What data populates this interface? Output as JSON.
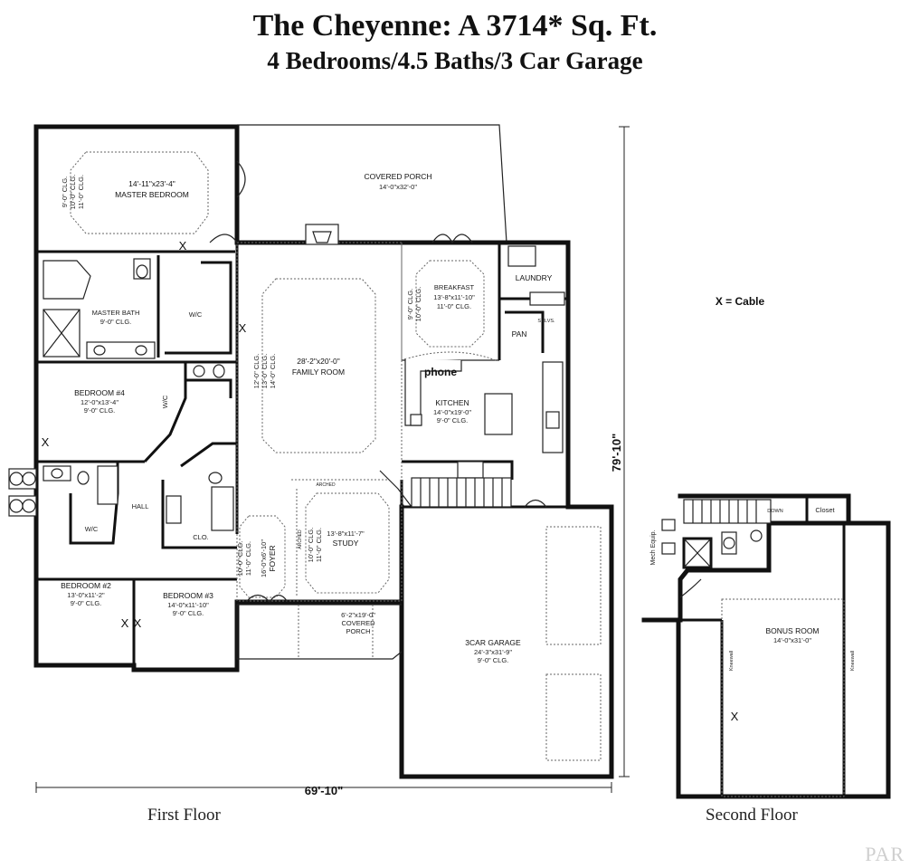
{
  "header": {
    "title": "The Cheyenne: A 3714* Sq. Ft.",
    "subtitle": "4 Bedrooms/4.5 Baths/3 Car Garage"
  },
  "legend": {
    "cable": "X = Cable"
  },
  "first_floor": {
    "label": "First Floor",
    "width_dim": "69'-10\"",
    "depth_dim": "79'-10\"",
    "rooms": {
      "master_bedroom": {
        "size": "14'-11\"x23'-4\"",
        "name": "MASTER BEDROOM",
        "clg1": "9'-0\" CLG.",
        "clg2": "10'-0\" CLG.",
        "clg3": "11'-0\" CLG."
      },
      "covered_porch": {
        "name": "COVERED PORCH",
        "size": "14'-0\"x32'-0\""
      },
      "master_bath": {
        "name": "MASTER BATH",
        "clg": "9'-0\" CLG."
      },
      "wic_master": {
        "name": "W/C"
      },
      "breakfast": {
        "name": "BREAKFAST",
        "size": "13'-8\"x11'-10\"",
        "clg1": "11'-0\" CLG.",
        "clg2": "9'-0\" CLG.",
        "clg3": "10'-0\" CLG."
      },
      "laundry": {
        "name": "LAUNDRY"
      },
      "pan": {
        "name": "PAN",
        "shelves": "SHLVS."
      },
      "family_room": {
        "size": "28'-2\"x20'-0\"",
        "name": "FAMILY ROOM",
        "clg1": "12'-0\" CLG.",
        "clg2": "13'-0\" CLG.",
        "clg3": "14'-0\" CLG."
      },
      "kitchen": {
        "name": "KITCHEN",
        "size": "14'-0\"x19'-0\"",
        "clg": "9'-0\" CLG.",
        "phone": "phone"
      },
      "bedroom4": {
        "name": "BEDROOM #4",
        "size": "12'-0\"x13'-4\"",
        "clg": "9'-0\" CLG.",
        "wic": "W/C"
      },
      "hall": {
        "name": "HALL",
        "clo": "CLO."
      },
      "wic_bed2": {
        "name": "W/C"
      },
      "bedroom2": {
        "name": "BEDROOM #2",
        "size": "13'-0\"x11'-2\"",
        "clg": "9'-0\" CLG."
      },
      "bedroom3": {
        "name": "BEDROOM #3",
        "size": "14'-0\"x11'-10\"",
        "clg": "9'-0\" CLG."
      },
      "foyer": {
        "size": "16'-0\"x6'-10\"",
        "name": "FOYER",
        "clg1": "10'-0\" CLG.",
        "clg2": "11'-0\" CLG."
      },
      "study": {
        "size": "13'-8\"x11'-7\"",
        "name": "STUDY",
        "clg1": "10'-0\" CLG.",
        "clg2": "11'-0\" CLG.",
        "arched": "ARCHED"
      },
      "front_porch": {
        "size": "6'-2\"x19'-0\"",
        "name": "COVERED",
        "name2": "PORCH"
      },
      "garage": {
        "name": "3CAR GARAGE",
        "size": "24'-3\"x31'-9\"",
        "clg": "9'-0\" CLG."
      }
    }
  },
  "second_floor": {
    "label": "Second Floor",
    "bonus_room": {
      "name": "BONUS ROOM",
      "size": "14'-0\"x31'-0\""
    },
    "closet": "Closet",
    "down": "DOWN",
    "mech": "Mech Equip.",
    "kneewall": "Kneewall"
  },
  "watermark": "PAR",
  "cable_mark": "X"
}
